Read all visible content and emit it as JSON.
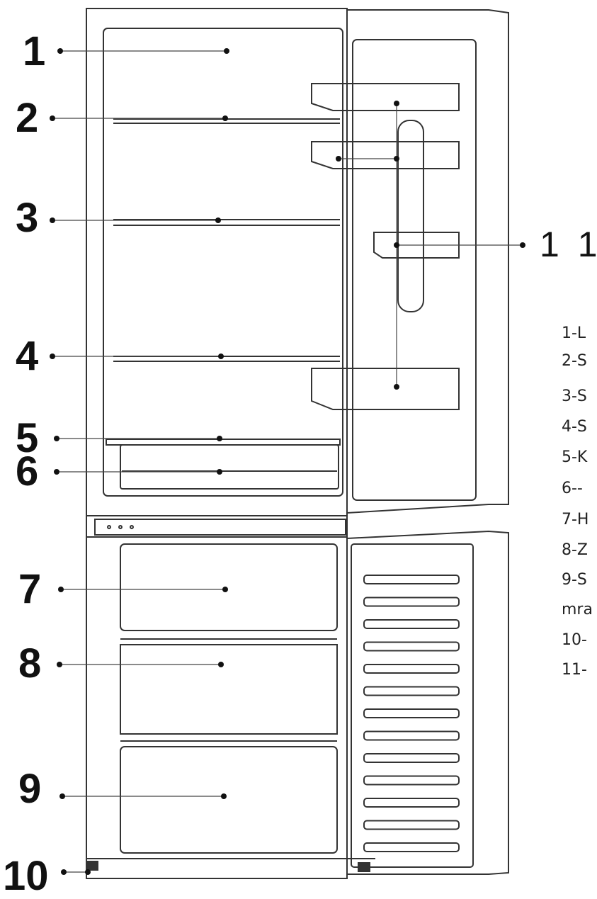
{
  "callouts": [
    {
      "id": "1",
      "label": "1"
    },
    {
      "id": "2",
      "label": "2"
    },
    {
      "id": "3",
      "label": "3"
    },
    {
      "id": "4",
      "label": "4"
    },
    {
      "id": "5",
      "label": "5"
    },
    {
      "id": "6",
      "label": "6"
    },
    {
      "id": "7",
      "label": "7"
    },
    {
      "id": "8",
      "label": "8"
    },
    {
      "id": "9",
      "label": "9"
    },
    {
      "id": "10",
      "label": "10"
    },
    {
      "id": "11",
      "label": "1 1"
    }
  ],
  "legend": [
    "1-L",
    "2-S",
    "3-S",
    "4-S",
    "5-K",
    "6--",
    "7-H",
    "8-Z",
    "9-S",
    "mra",
    "10-",
    "11-"
  ],
  "colors": {
    "ink": "#111111",
    "line": "#333333",
    "background": "#ffffff"
  }
}
